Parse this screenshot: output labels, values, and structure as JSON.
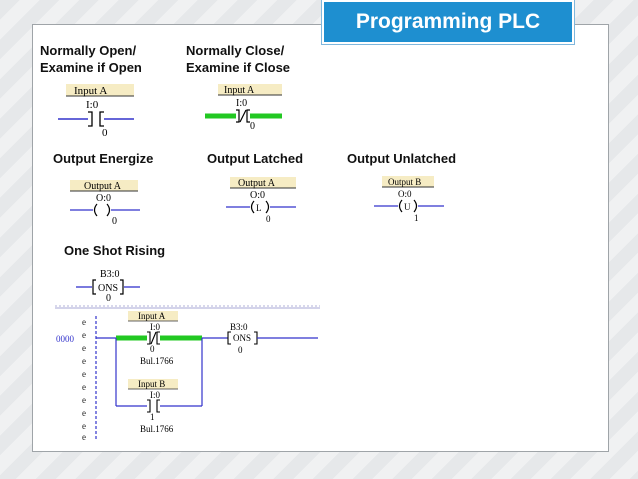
{
  "slide": {
    "title": "Programming PLC",
    "labels": {
      "no_line1": "Normally Open/",
      "no_line2": "Examine if Open",
      "nc_line1": "Normally Close/",
      "nc_line2": "Examine if Close",
      "output_energize": "Output Energize",
      "output_latched": "Output Latched",
      "output_unlatched": "Output Unlatched",
      "one_shot_rising": "One Shot Rising"
    }
  },
  "instructions": {
    "xic": {
      "tag": "Input A",
      "address": "I:0",
      "bit": "0"
    },
    "xio": {
      "tag": "Input A",
      "address": "I:0",
      "bit": "0"
    },
    "ote": {
      "tag": "Output A",
      "address": "O:0",
      "bit": "0"
    },
    "otl": {
      "tag": "Output A",
      "address": "O:0",
      "bit": "0",
      "symbol": "L"
    },
    "otu": {
      "tag": "Output B",
      "address": "O:0",
      "bit": "1",
      "symbol": "U"
    },
    "ons_example": {
      "address": "B3:0",
      "mnemonic": "ONS",
      "bit": "0"
    }
  },
  "ladder": {
    "rung_number": "0000",
    "rail_marks": [
      "e",
      "e",
      "e",
      "e",
      "e",
      "e",
      "e",
      "e",
      "e",
      "e"
    ],
    "branch_top": {
      "tag": "Input A",
      "address": "I:0",
      "bit": "0",
      "module": "Bul.1766"
    },
    "branch_bottom": {
      "tag": "Input B",
      "address": "I:0",
      "bit": "1",
      "module": "Bul.1766"
    },
    "ons": {
      "address": "B3:0",
      "mnemonic": "ONS",
      "bit": "0"
    }
  },
  "colors": {
    "title_bg": "#1e8fd0",
    "rung_line": "#2b2bd0",
    "energized": "#22c822",
    "tag_highlight": "#f6ecc4"
  }
}
